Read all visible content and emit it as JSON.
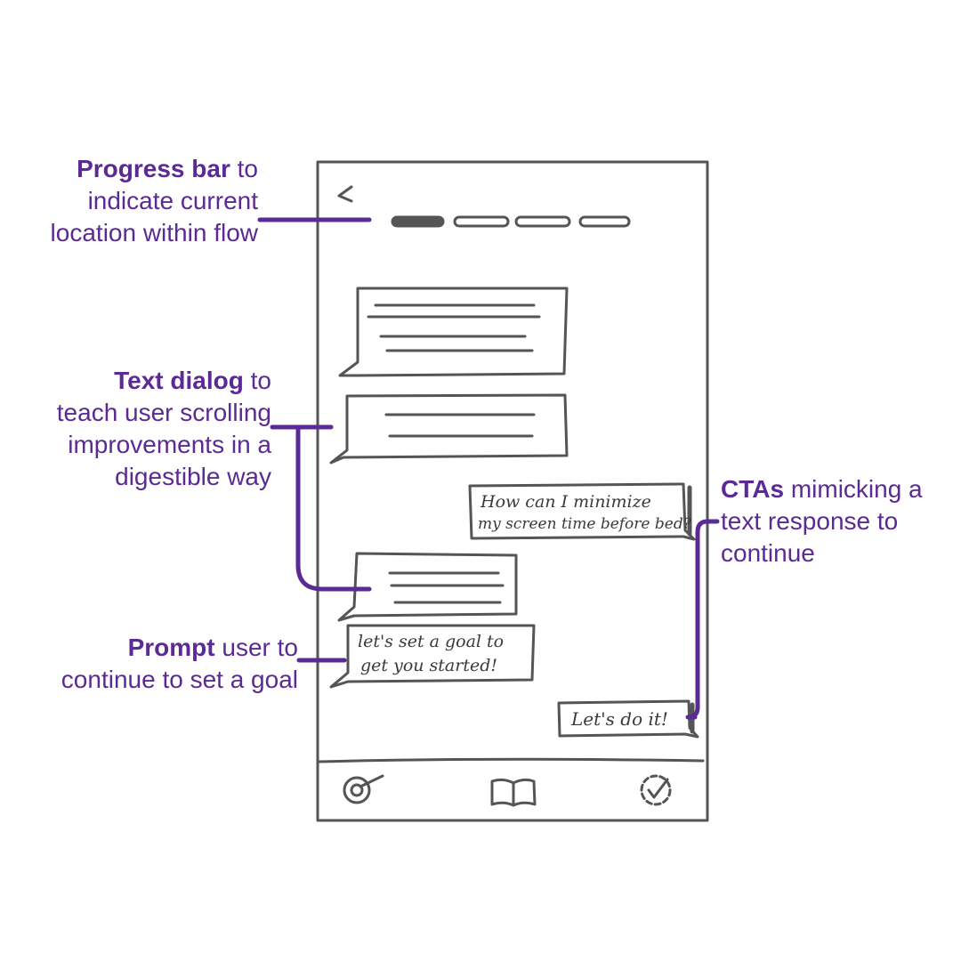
{
  "annotations": {
    "progress": {
      "bold": "Progress bar",
      "rest1": " to",
      "line2": "indicate current",
      "line3": "location within flow"
    },
    "dialog": {
      "bold": "Text dialog",
      "rest1": " to",
      "line2": "teach user scrolling",
      "line3": "improvements in a",
      "line4": "digestible way"
    },
    "prompt": {
      "bold": "Prompt",
      "rest1": " user to",
      "line2": "continue to set a goal"
    },
    "ctas": {
      "bold": "CTAs",
      "rest1": " mimicking a",
      "line2": "text response to",
      "line3": "continue"
    }
  },
  "phone": {
    "back_icon": "chevron-left-icon",
    "progress": {
      "steps": 4,
      "current": 1
    },
    "chat": {
      "user_question_line1": "How can I minimize",
      "user_question_line2": "my screen time before bed?",
      "bot_prompt_line1": "let's set a goal to",
      "bot_prompt_line2": "get you started!",
      "cta_label": "Let's do it!"
    },
    "tabbar": {
      "left_icon": "target-icon",
      "center_icon": "book-icon",
      "right_icon": "check-circle-icon"
    }
  },
  "colors": {
    "accent": "#5b2a94",
    "sketch": "#555555"
  }
}
